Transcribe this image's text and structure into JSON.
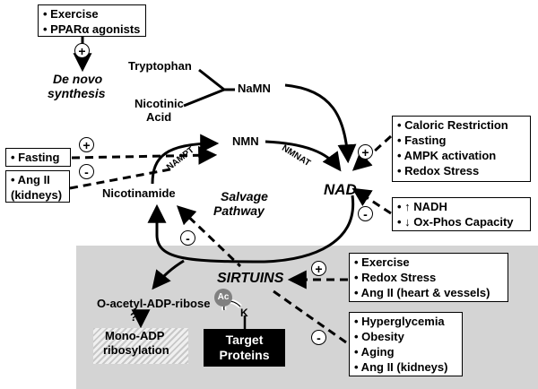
{
  "top_box": [
    "• Exercise",
    "• PPARα agonists"
  ],
  "de_novo": [
    "De novo",
    "synthesis"
  ],
  "tryptophan": "Tryptophan",
  "nicotinic": [
    "Nicotinic",
    "Acid"
  ],
  "namn": "NaMN",
  "nmn": "NMN",
  "nampt": "NAMPT",
  "nmnat": "NMNAT",
  "nad": "NAD",
  "nicotinamide": "Nicotinamide",
  "salvage": [
    "Salvage",
    "Pathway"
  ],
  "fasting_box": "• Fasting",
  "angii_box": [
    "• Ang II",
    "(kidneys)"
  ],
  "caloric_box": [
    "• Caloric Restriction",
    "• Fasting",
    "• AMPK activation",
    "• Redox Stress"
  ],
  "nadh_box": [
    "• ↑ NADH",
    "• ↓ Ox-Phos Capacity"
  ],
  "sirtuins": "SIRTUINS",
  "exercise_box": [
    "• Exercise",
    "• Redox Stress",
    "• Ang II (heart & vessels)"
  ],
  "hyper_box": [
    "• Hyperglycemia",
    "• Obesity",
    "• Aging",
    "• Ang II (kidneys)"
  ],
  "oacetyl": "O-acetyl-ADP-ribose",
  "question": "?",
  "mono": [
    "Mono-ADP",
    "ribosylation"
  ],
  "target": [
    "Target",
    "Proteins"
  ],
  "ac": "Ac",
  "k": "K",
  "plus": "+",
  "minus": "-"
}
